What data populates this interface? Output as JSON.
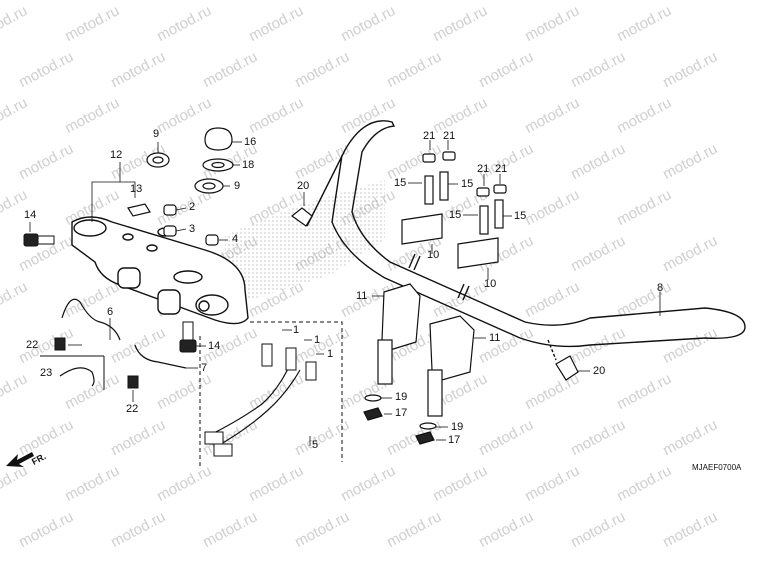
{
  "diagram": {
    "code": "MJAEF0700A",
    "direction": "FR.",
    "watermark": "motod.ru"
  },
  "callouts": [
    {
      "id": "c9a",
      "text": "9"
    },
    {
      "id": "c16",
      "text": "16"
    },
    {
      "id": "c18",
      "text": "18"
    },
    {
      "id": "c9b",
      "text": "9"
    },
    {
      "id": "c12",
      "text": "12"
    },
    {
      "id": "c13",
      "text": "13"
    },
    {
      "id": "c2",
      "text": "2"
    },
    {
      "id": "c3",
      "text": "3"
    },
    {
      "id": "c4",
      "text": "4"
    },
    {
      "id": "c14a",
      "text": "14"
    },
    {
      "id": "c20a",
      "text": "20"
    },
    {
      "id": "c6",
      "text": "6"
    },
    {
      "id": "c22a",
      "text": "22"
    },
    {
      "id": "c14b",
      "text": "14"
    },
    {
      "id": "c23",
      "text": "23"
    },
    {
      "id": "c7",
      "text": "7"
    },
    {
      "id": "c22b",
      "text": "22"
    },
    {
      "id": "c1a",
      "text": "1"
    },
    {
      "id": "c1b",
      "text": "1"
    },
    {
      "id": "c1c",
      "text": "1"
    },
    {
      "id": "c5",
      "text": "5"
    },
    {
      "id": "c21a",
      "text": "21"
    },
    {
      "id": "c21b",
      "text": "21"
    },
    {
      "id": "c15a",
      "text": "15"
    },
    {
      "id": "c15b",
      "text": "15"
    },
    {
      "id": "c21c",
      "text": "21"
    },
    {
      "id": "c21d",
      "text": "21"
    },
    {
      "id": "c15c",
      "text": "15"
    },
    {
      "id": "c15d",
      "text": "15"
    },
    {
      "id": "c10a",
      "text": "10"
    },
    {
      "id": "c10b",
      "text": "10"
    },
    {
      "id": "c8",
      "text": "8"
    },
    {
      "id": "c11a",
      "text": "11"
    },
    {
      "id": "c11b",
      "text": "11"
    },
    {
      "id": "c19a",
      "text": "19"
    },
    {
      "id": "c17a",
      "text": "17"
    },
    {
      "id": "c19b",
      "text": "19"
    },
    {
      "id": "c17b",
      "text": "17"
    },
    {
      "id": "c20b",
      "text": "20"
    }
  ]
}
